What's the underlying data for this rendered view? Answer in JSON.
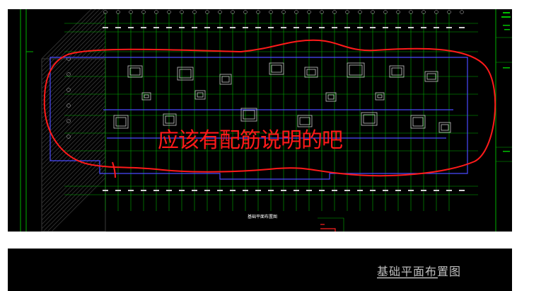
{
  "annotation": {
    "text": "应该有配筋说明的吧"
  },
  "drawing": {
    "sheet_title_top": "基础平面布置图"
  },
  "bottom": {
    "title": "基础平面布置图"
  },
  "colors": {
    "background": "#000000",
    "grid_line": "#00c000",
    "wall_line": "#4a4aff",
    "annotation": "#ff1a1a",
    "title_text": "#bdbdbd"
  }
}
